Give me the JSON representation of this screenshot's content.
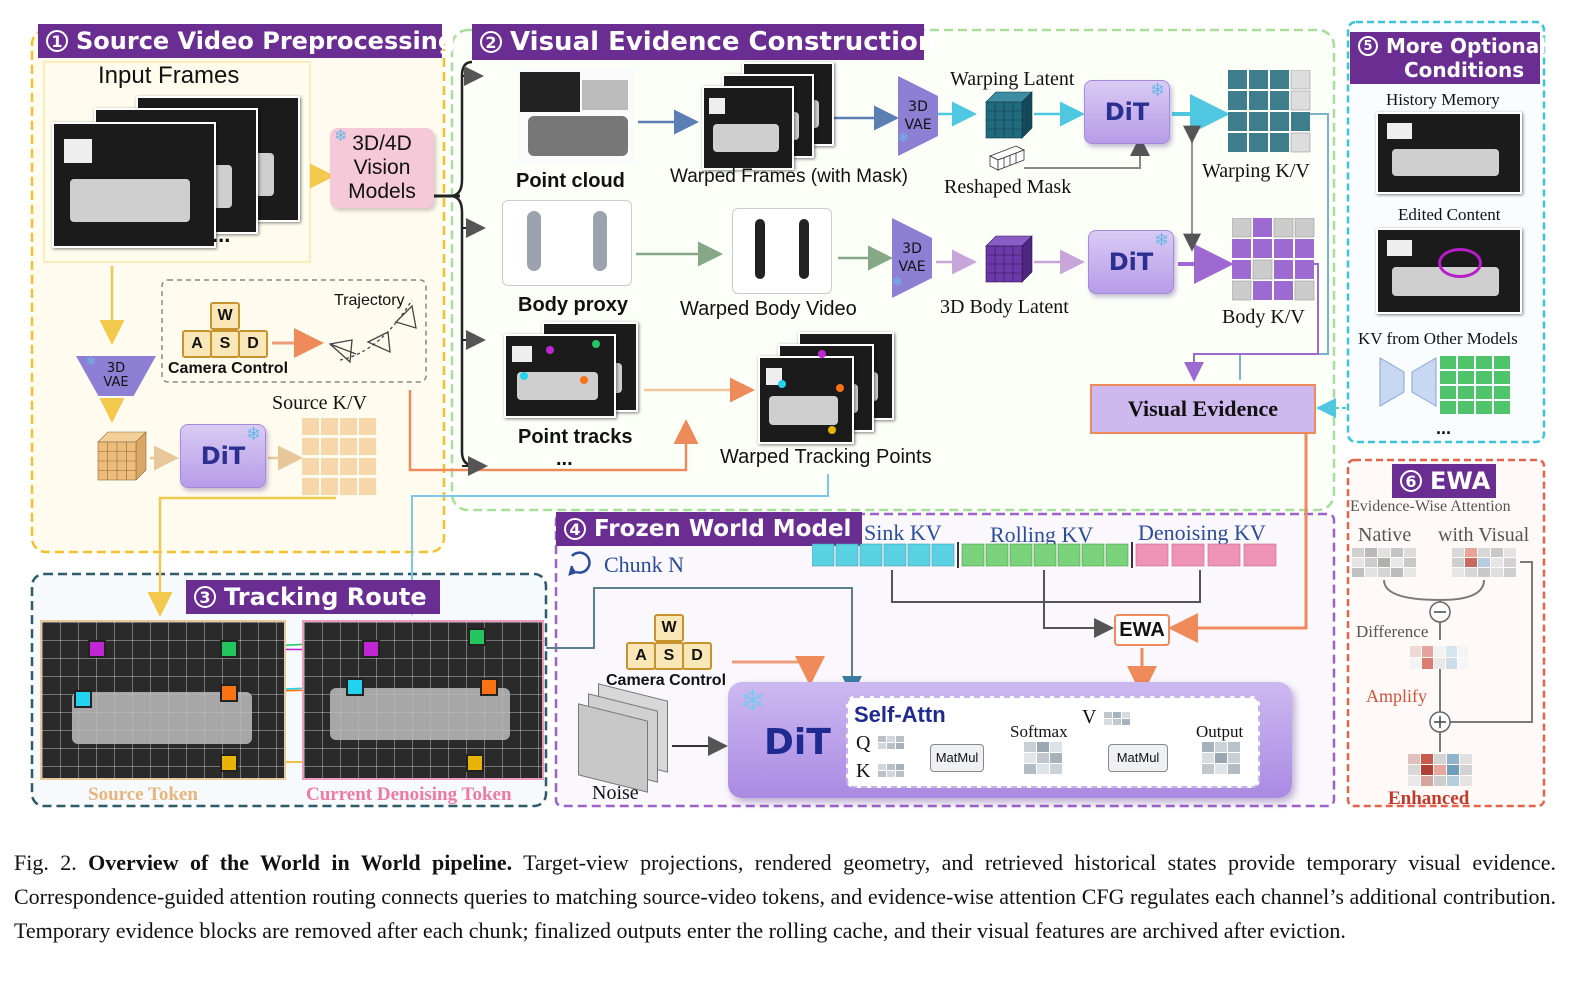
{
  "panels": {
    "p1": {
      "num": "1",
      "title": "Source Video Preprocessing"
    },
    "p2": {
      "num": "2",
      "title": "Visual Evidence Construction"
    },
    "p3": {
      "num": "3",
      "title": "Tracking Route"
    },
    "p4": {
      "num": "4",
      "title": "Frozen World Model"
    },
    "p5": {
      "num": "5",
      "title_line1": "More Optional",
      "title_line2": "Conditions"
    },
    "p6": {
      "num": "6",
      "title": "EWA",
      "subtitle": "Evidence-Wise Attention"
    }
  },
  "labels": {
    "input_frames": "Input Frames",
    "ellipsis": "...",
    "vision_models": [
      "3D/4D",
      "Vision",
      "Models"
    ],
    "vae": [
      "3D",
      "VAE"
    ],
    "wasd_top": "W",
    "wasd_bottom": [
      "A",
      "S",
      "D"
    ],
    "camera_control": "Camera Control",
    "trajectory": "Trajectory",
    "source_kv": "Source K/V",
    "dit": "DiT",
    "point_cloud": "Point cloud",
    "warped_frames": "Warped Frames (with Mask)",
    "warping_latent": "Warping Latent",
    "reshaped_mask": "Reshaped Mask",
    "warping_kv": "Warping K/V",
    "body_proxy": "Body proxy",
    "warped_body_video": "Warped Body Video",
    "body_latent": "3D Body Latent",
    "body_kv": "Body K/V",
    "point_tracks": "Point tracks",
    "warped_tracking_points": "Warped Tracking Points",
    "visual_evidence": "Visual Evidence",
    "history_memory": "History Memory",
    "edited_content": "Edited Content",
    "kv_other_models": "KV from Other Models",
    "native": "Native",
    "with_visual": "with Visual",
    "difference": "Difference",
    "amplify": "Amplify",
    "enhanced": "Enhanced",
    "chunk_n": "Chunk N",
    "sink_kv": "Sink KV",
    "rolling_kv": "Rolling KV",
    "denoising_kv": "Denoising KV",
    "ewa": "EWA",
    "noise": "Noise",
    "self_attn": "Self-Attn",
    "q": "Q",
    "k": "K",
    "v": "V",
    "matmul": "MatMul",
    "softmax": "Softmax",
    "output": "Output",
    "source_token": "Source Token",
    "current_denoising_token": "Current Denoising Token"
  },
  "caption": {
    "prefix": "Fig. 2.",
    "title": "Overview of the World in World pipeline.",
    "body": "Target-view projections, rendered geometry, and retrieved historical states provide temporary visual evidence. Correspondence-guided attention routing connects queries to matching source-video tokens, and evidence-wise attention CFG regulates each channel’s additional contribution. Temporary evidence blocks are removed after each chunk; finalized outputs enter the rolling cache, and their visual features are archived after eviction."
  },
  "colors": {
    "header": "#6a2d91",
    "panel1_border": "#f2c12e",
    "panel2_border": "#a9dd9b",
    "panel3_border": "#2f5a6a",
    "panel4_border": "#9a63c9",
    "panel5_border": "#3ac6d6",
    "panel6_border": "#e4644b",
    "source_kv": "#f6d7aa",
    "warping_kv": "#3e7d8c",
    "body_kv": "#9c6ad0",
    "sink_kv": "#59d3e4",
    "rolling_kv": "#7ad27a",
    "denoising_kv": "#ee93b4"
  }
}
